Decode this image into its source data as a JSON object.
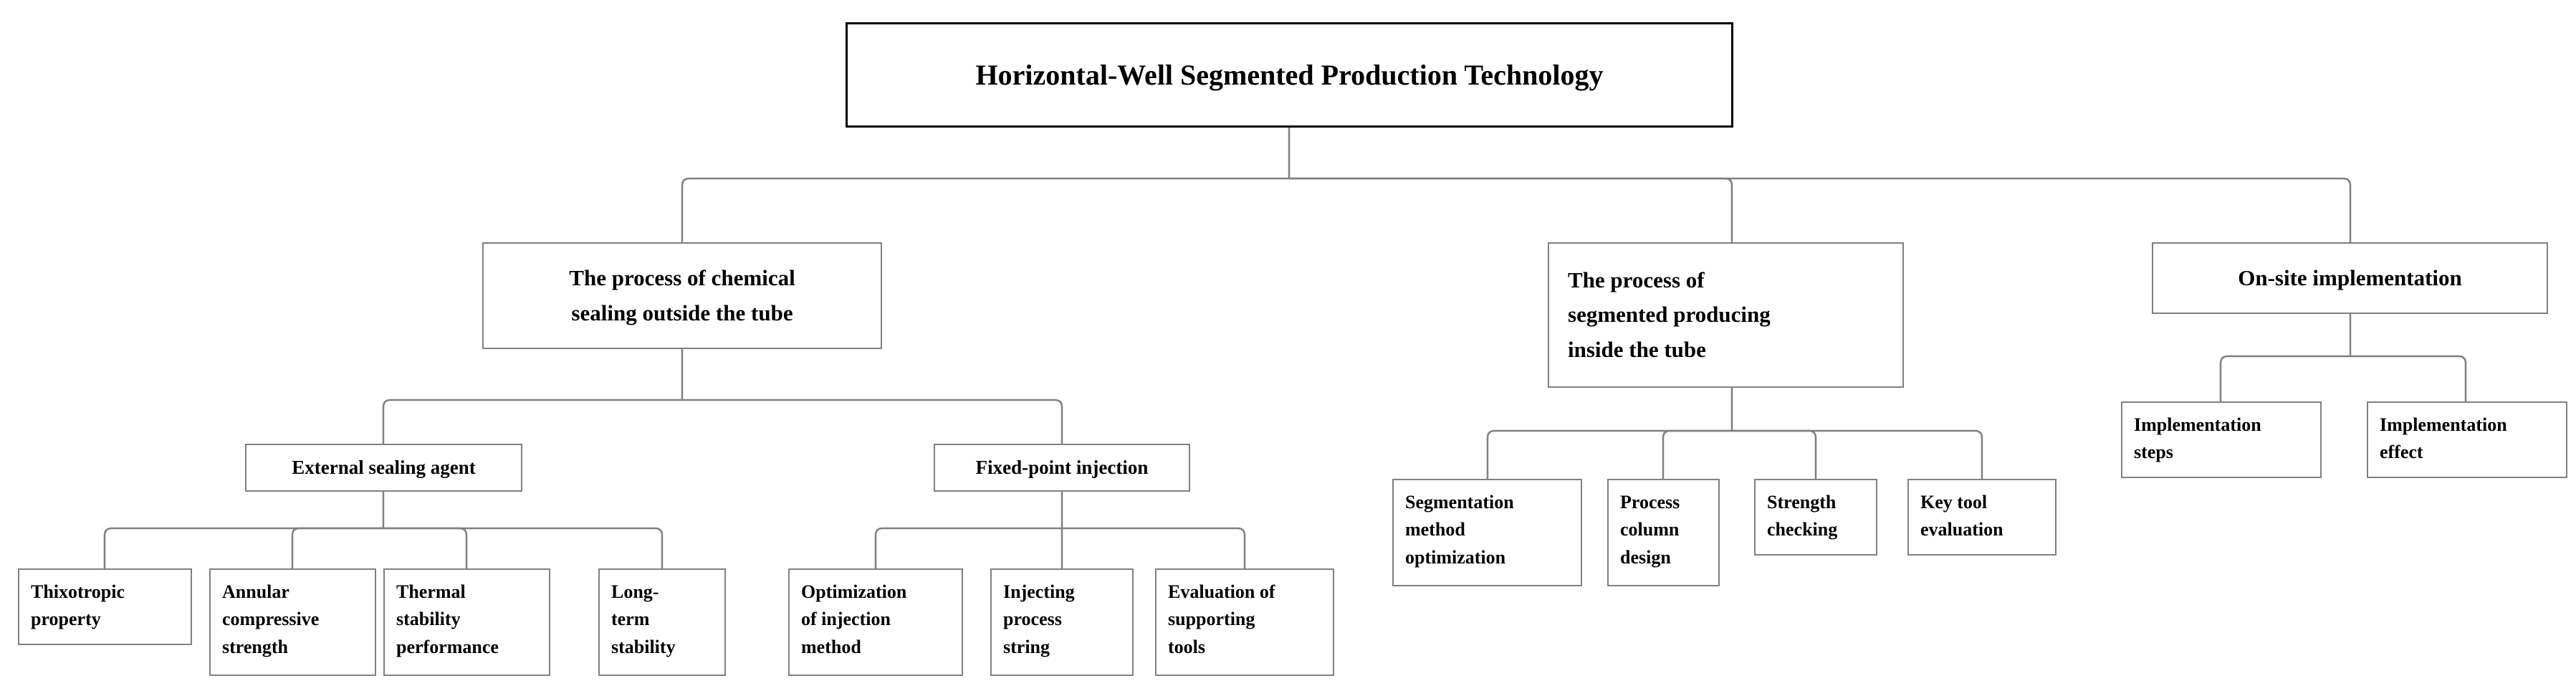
{
  "diagram": {
    "title": "Horizontal-Well Segmented Production Technology",
    "type": "hierarchical-tree",
    "line_color": "#808080",
    "root_border_color": "#000000",
    "text_color": "#000000",
    "background_color": "#ffffff",
    "root": {
      "label": "Horizontal-Well Segmented Production Technology"
    },
    "branches": [
      {
        "label": "The process of chemical\nsealing outside the tube",
        "children": [
          {
            "label": "External sealing agent",
            "children": [
              {
                "label": "Thixotropic\nproperty"
              },
              {
                "label": "Annular\ncompressive\nstrength"
              },
              {
                "label": "Thermal\nstability\nperformance"
              },
              {
                "label": "Long-\nterm\nstability"
              }
            ]
          },
          {
            "label": "Fixed-point injection",
            "children": [
              {
                "label": "Optimization\nof injection\nmethod"
              },
              {
                "label": "Injecting\nprocess\nstring"
              },
              {
                "label": "Evaluation of\nsupporting\ntools"
              }
            ]
          }
        ]
      },
      {
        "label": "The process of\nsegmented producing\ninside the tube",
        "children": [
          {
            "label": "Segmentation\nmethod\noptimization"
          },
          {
            "label": "Process\ncolumn\ndesign"
          },
          {
            "label": "Strength\nchecking"
          },
          {
            "label": "Key tool\nevaluation"
          }
        ]
      },
      {
        "label": "On-site implementation",
        "children": [
          {
            "label": "Implementation\nsteps"
          },
          {
            "label": "Implementation\neffect"
          }
        ]
      }
    ]
  }
}
